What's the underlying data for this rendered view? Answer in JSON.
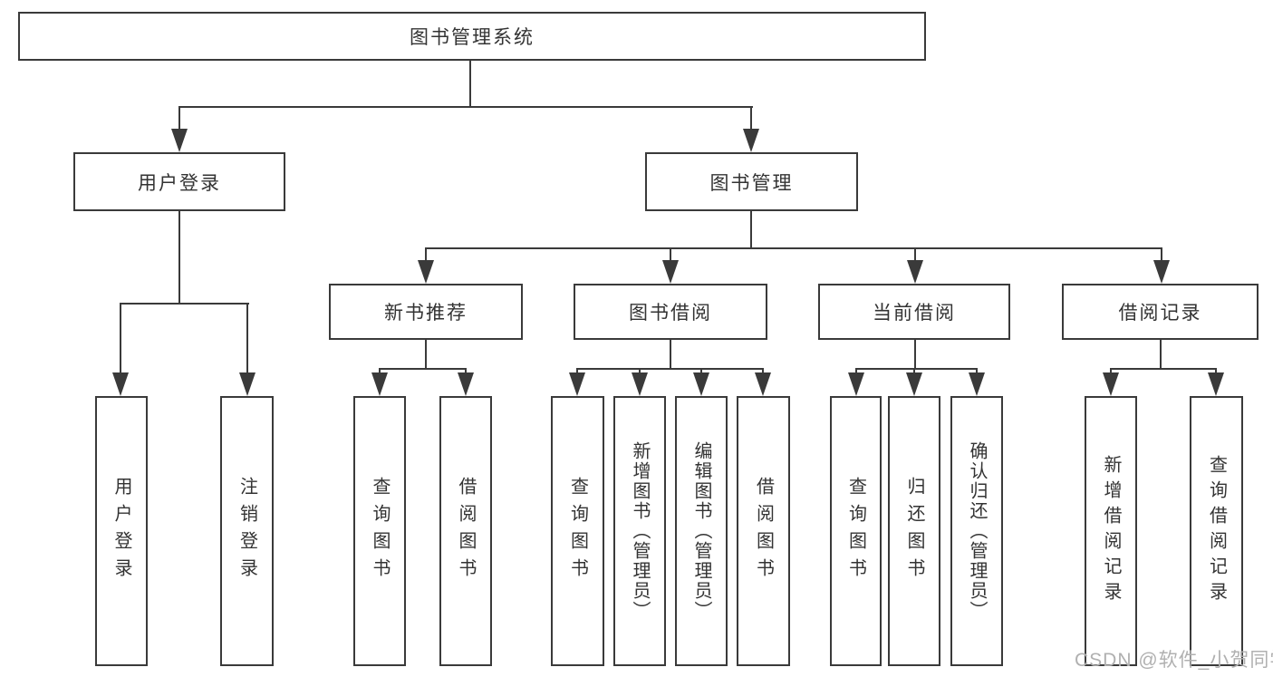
{
  "diagram_title": "图书管理系统",
  "nodes": {
    "root": "图书管理系统",
    "login_group": "用户登录",
    "book_mgmt": "图书管理",
    "new_book_rec": "新书推荐",
    "book_borrow": "图书借阅",
    "current_borrow": "当前借阅",
    "borrow_records": "借阅记录",
    "user_login": "用户登录",
    "logout_login": "注销登录",
    "nbr_query_books": "查询图书",
    "nbr_borrow_books": "借阅图书",
    "bb_query_books": "查询图书",
    "bb_add_books_admin": "新增图书（管理员）",
    "bb_edit_books_admin": "编辑图书（管理员）",
    "bb_borrow_books": "借阅图书",
    "cb_query_books": "查询图书",
    "cb_return_books": "归还图书",
    "cb_confirm_return_admin": "确认归还（管理员）",
    "br_add_record": "新增借阅记录",
    "br_query_record": "查询借阅记录"
  },
  "hierarchy": {
    "图书管理系统": [
      "用户登录",
      "图书管理"
    ],
    "用户登录": [
      "用户登录",
      "注销登录"
    ],
    "图书管理": [
      "新书推荐",
      "图书借阅",
      "当前借阅",
      "借阅记录"
    ],
    "新书推荐": [
      "查询图书",
      "借阅图书"
    ],
    "图书借阅": [
      "查询图书",
      "新增图书（管理员）",
      "编辑图书（管理员）",
      "借阅图书"
    ],
    "当前借阅": [
      "查询图书",
      "归还图书",
      "确认归还（管理员）"
    ],
    "借阅记录": [
      "新增借阅记录",
      "查询借阅记录"
    ]
  },
  "watermark": "CSDN @软件_小贺同学",
  "colors": {
    "line": "#3a3a3a",
    "text": "#333333",
    "box_background": "#ffffff",
    "watermark": "#b0b0b0",
    "background": "#ffffff"
  }
}
